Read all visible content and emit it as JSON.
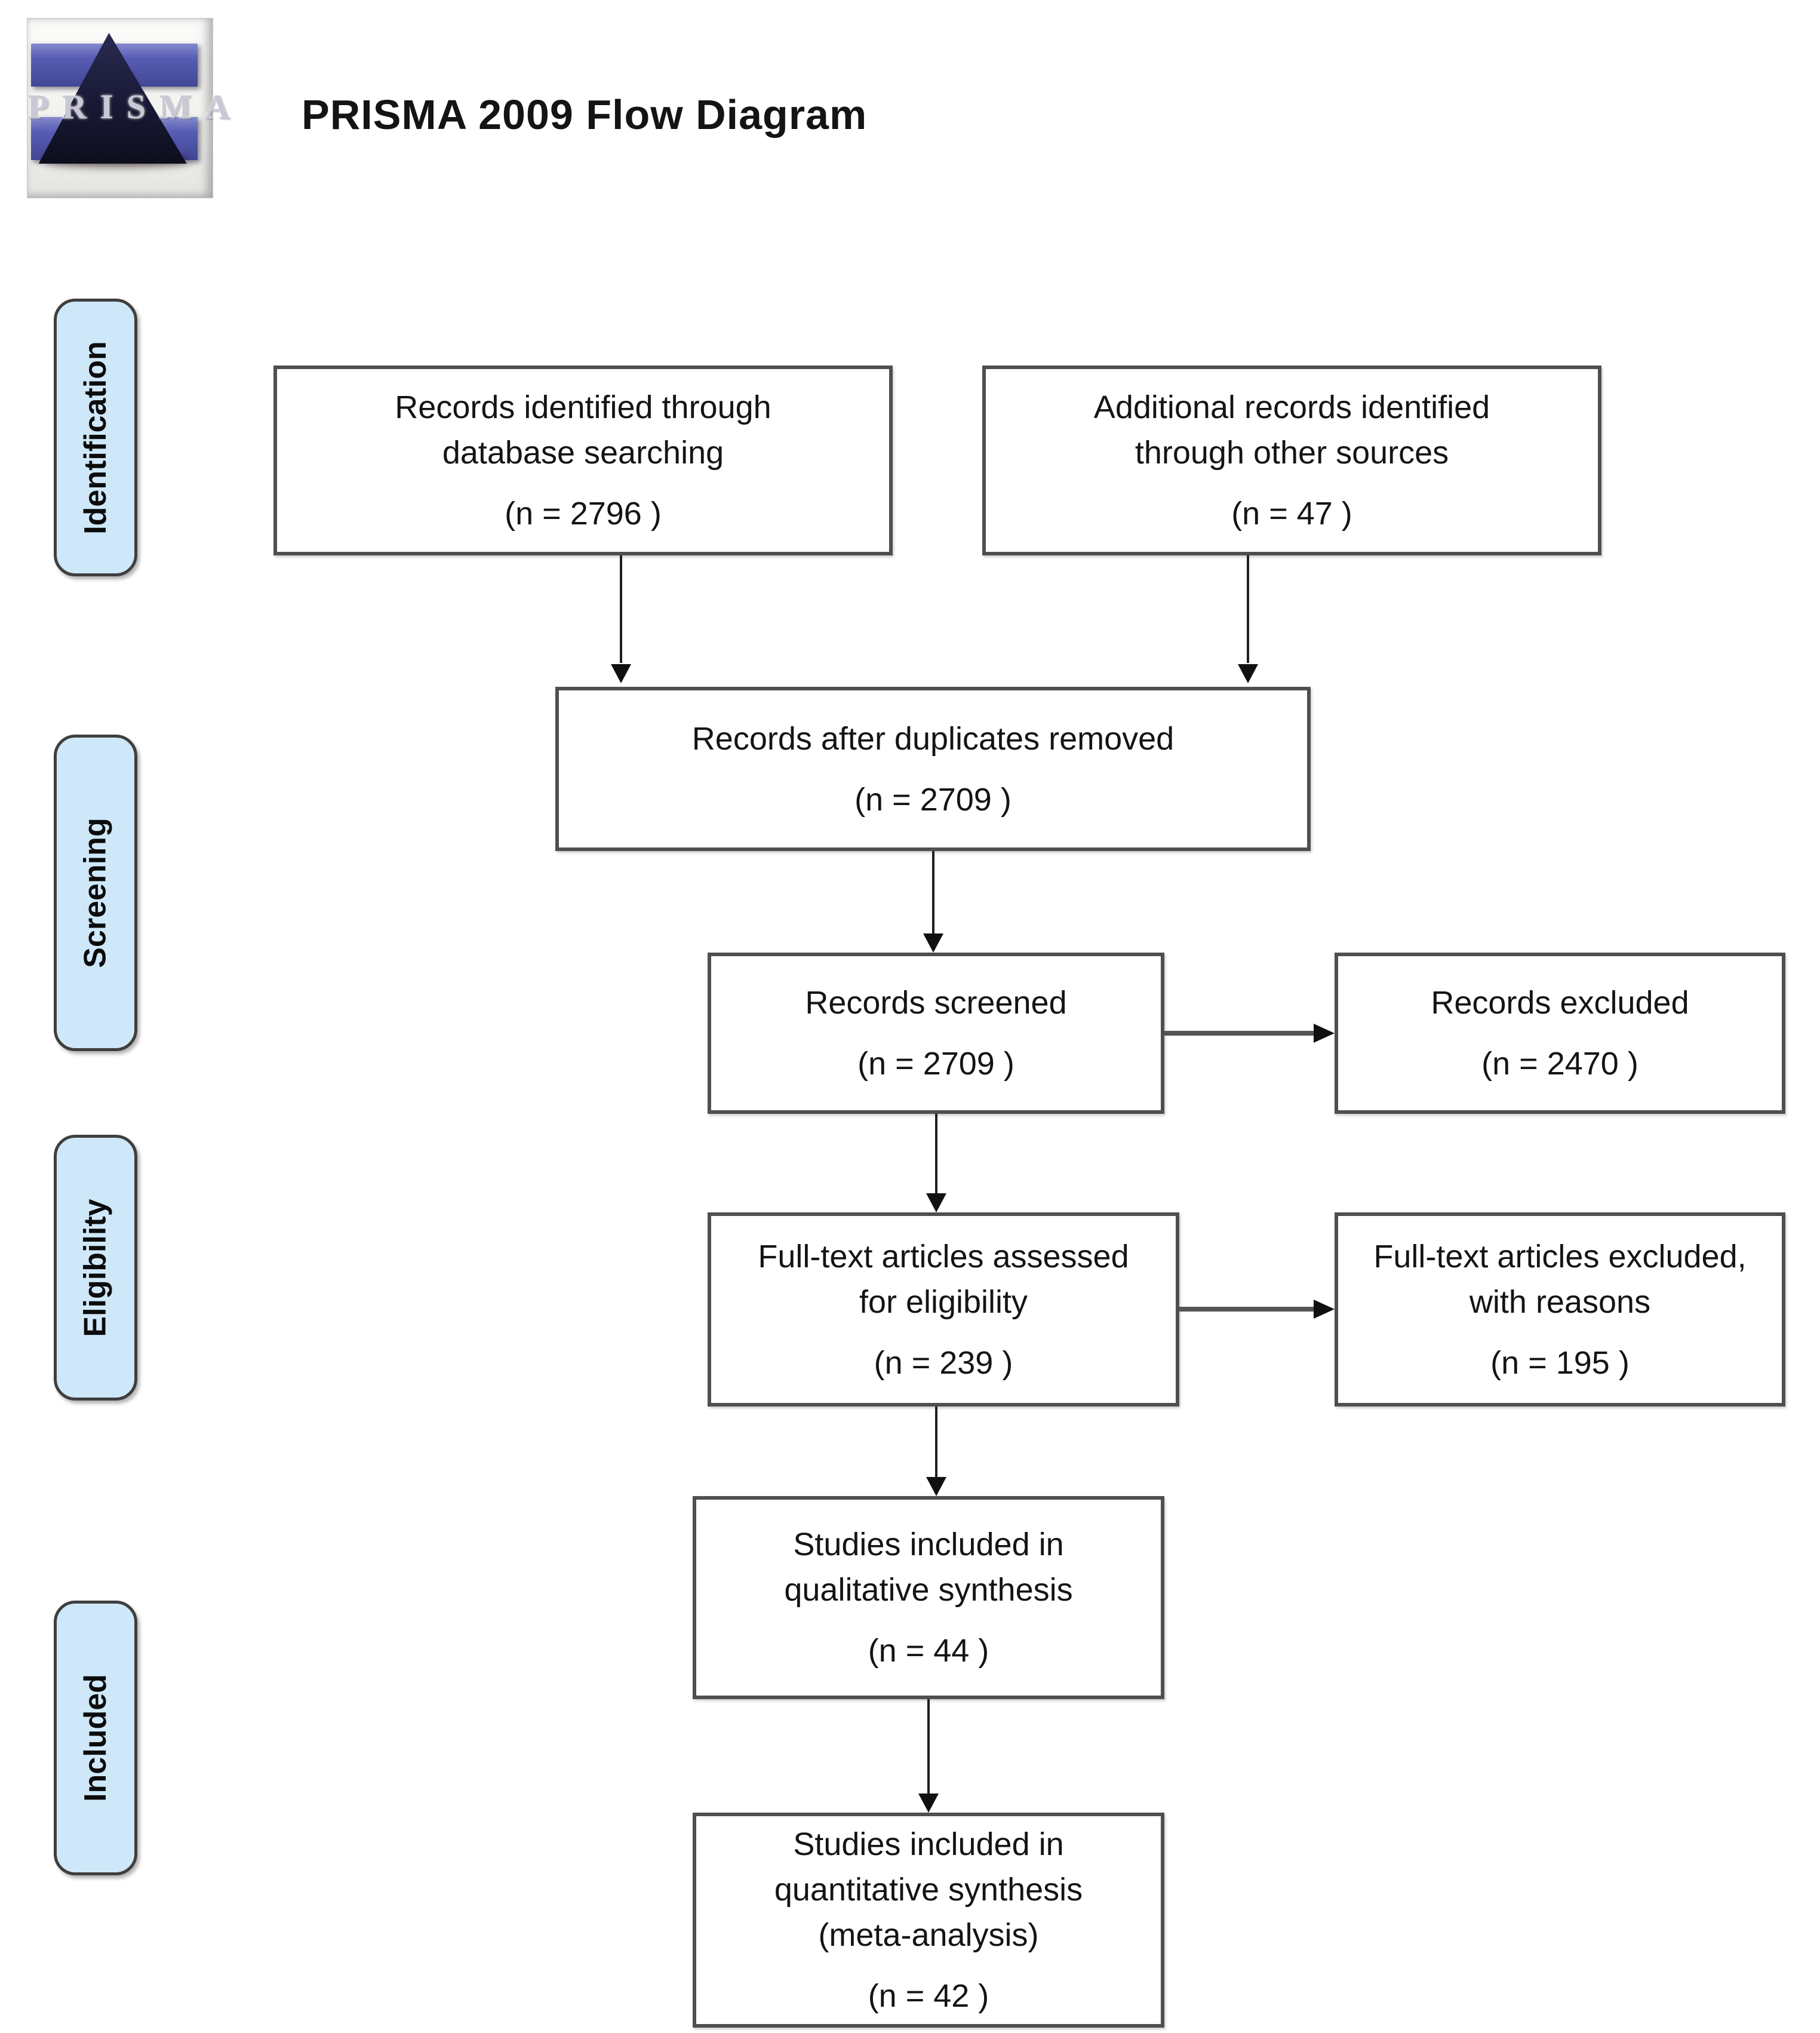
{
  "page": {
    "title": "PRISMA 2009 Flow Diagram",
    "logo_text": "PRISMA"
  },
  "stages": [
    {
      "id": "identification",
      "label": "Identification"
    },
    {
      "id": "screening",
      "label": "Screening"
    },
    {
      "id": "eligibility",
      "label": "Eligibility"
    },
    {
      "id": "included",
      "label": "Included"
    }
  ],
  "boxes": {
    "records_identified": {
      "lines": [
        "Records identified through",
        "database searching",
        "(n = 2796 )"
      ]
    },
    "additional_records": {
      "lines": [
        "Additional records identified",
        "through other sources",
        "(n = 47 )"
      ]
    },
    "after_duplicates": {
      "lines": [
        "Records after duplicates removed",
        "(n = 2709 )"
      ]
    },
    "records_screened": {
      "lines": [
        "Records screened",
        "(n = 2709 )"
      ]
    },
    "records_excluded": {
      "lines": [
        "Records excluded",
        "(n = 2470 )"
      ]
    },
    "fulltext_assessed": {
      "lines": [
        "Full-text articles assessed",
        "for eligibility",
        "(n = 239 )"
      ]
    },
    "fulltext_excluded": {
      "lines": [
        "Full-text articles excluded,",
        "with reasons",
        "(n = 195 )"
      ]
    },
    "qualitative": {
      "lines": [
        "Studies included in",
        "qualitative synthesis",
        "(n = 44 )"
      ]
    },
    "quantitative": {
      "lines": [
        "Studies included in",
        "quantitative synthesis",
        "(meta-analysis)",
        "(n = 42 )"
      ]
    }
  },
  "colors": {
    "stage_fill": "#cfe8f9",
    "box_border": "#4f4f4f",
    "logo_band_blue": "#575cb3",
    "logo_triangle_navy": "#1a1a38",
    "arrow_black": "#1f1f1f"
  }
}
